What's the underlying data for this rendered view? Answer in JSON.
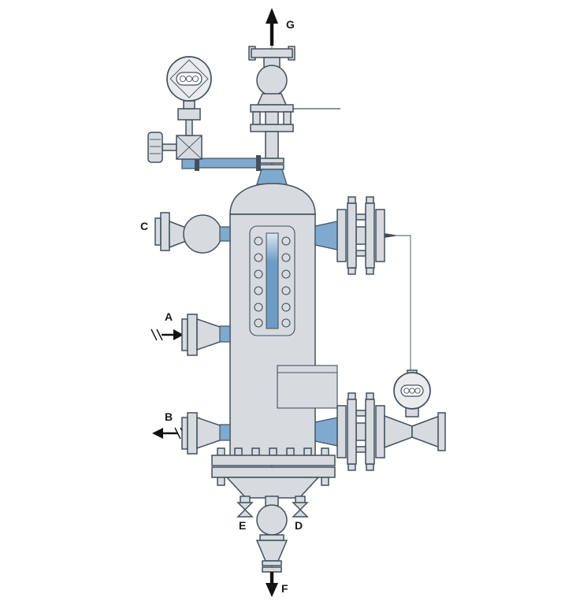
{
  "diagram": {
    "labels": {
      "g": "G",
      "c": "C",
      "a": "A",
      "b": "B",
      "e": "E",
      "d": "D",
      "f": "F"
    },
    "colors": {
      "background": "#ffffff",
      "metal_fill": "#d7dbdf",
      "metal_light": "#e9ebed",
      "outline": "#42505e",
      "pipe_blue": "#7fa9ce",
      "glass_top": "#dbe7f1",
      "glass_bottom": "#6e9bc3",
      "ink": "#121212"
    }
  }
}
